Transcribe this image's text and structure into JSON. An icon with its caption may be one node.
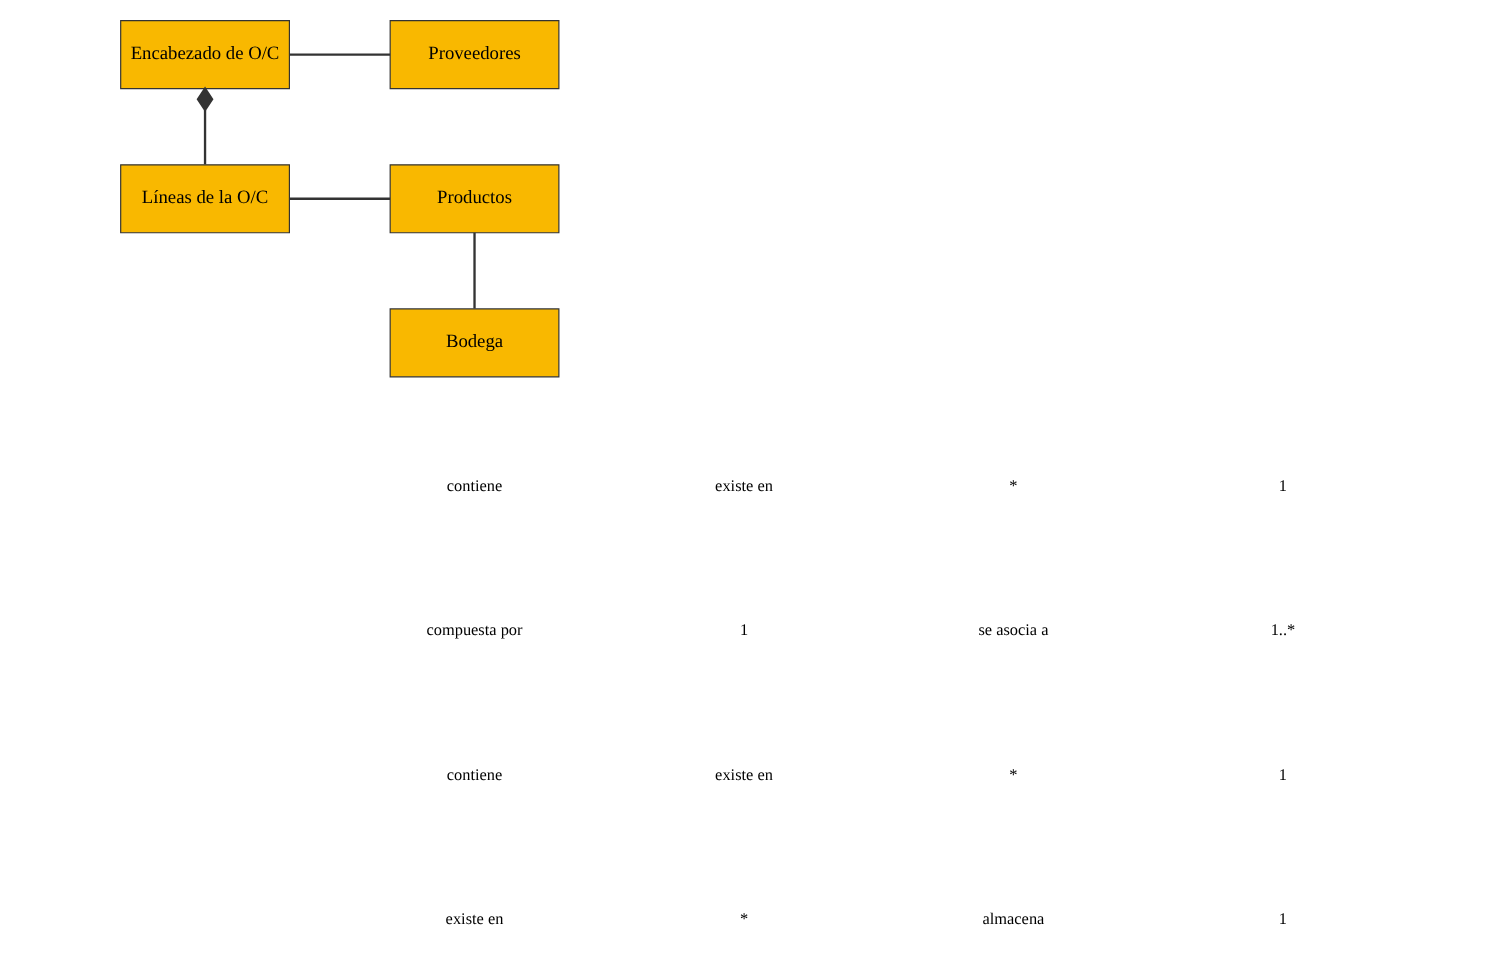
{
  "diagram": {
    "nodes": [
      {
        "text": [
          "Encabezado de O/C"
        ]
      },
      {
        "text": [
          "Proveedores"
        ]
      },
      {
        "text": [
          "Líneas de la O/C"
        ]
      },
      {
        "text": [
          "Productos"
        ]
      },
      {
        "text": [
          "Bodega"
        ]
      }
    ],
    "edges": [
      {
        "from": 0,
        "to": 1,
        "arrow": "none"
      },
      {
        "from": 0,
        "to": 2,
        "arrow": "other"
      },
      {
        "from": 2,
        "to": 3,
        "arrow": "none"
      },
      {
        "from": 3,
        "to": 4,
        "arrow": "none"
      }
    ],
    "labels": [
      "contiene",
      "existe en",
      "*",
      "1",
      "compuesta por",
      "1",
      "se asocia a",
      "1..*",
      "contiene",
      "existe en",
      "*",
      "1",
      "existe en",
      "*",
      "almacena",
      "1"
    ]
  }
}
